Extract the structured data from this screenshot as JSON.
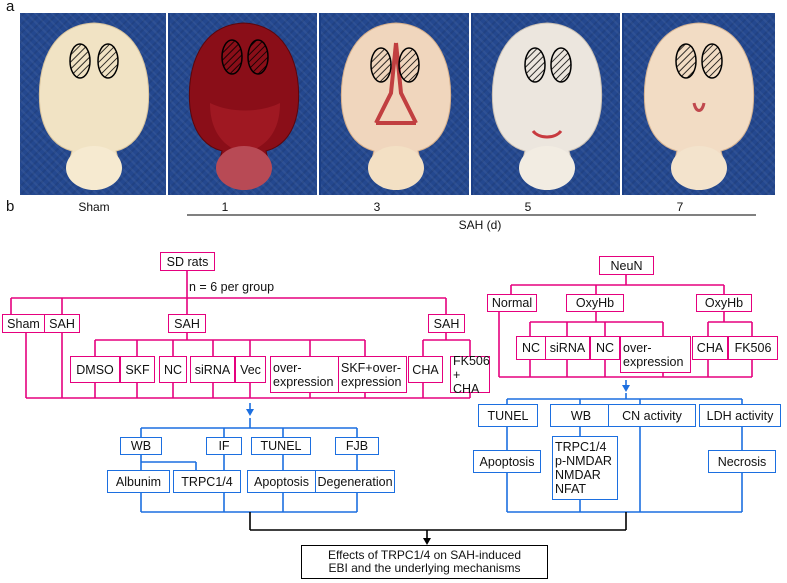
{
  "panel_a": {
    "letter": "a",
    "photos": [
      {
        "label": "Sham",
        "bleed": "none"
      },
      {
        "label": "1",
        "bleed": "heavy"
      },
      {
        "label": "3",
        "bleed": "moderate"
      },
      {
        "label": "5",
        "bleed": "light"
      },
      {
        "label": "7",
        "bleed": "mild"
      }
    ],
    "axis_label": "SAH (d)"
  },
  "panel_b": {
    "letter": "b",
    "left": {
      "root": "SD rats",
      "note": "n = 6 per group",
      "groups": [
        "Sham",
        "SAH",
        "SAH",
        "SAH"
      ],
      "treatments": [
        "DMSO",
        "SKF",
        "NC",
        "siRNA",
        "Vec",
        "over-\nexpression",
        "SKF+over-\nexpression",
        "CHA",
        "FK506\n+ CHA"
      ],
      "assays": [
        "WB",
        "IF",
        "TUNEL",
        "FJB"
      ],
      "outcomes": [
        "Albunim",
        "TRPC1/4",
        "Apoptosis",
        "Degeneration"
      ]
    },
    "right": {
      "root": "NeuN",
      "groups": [
        "Normal",
        "OxyHb",
        "OxyHb"
      ],
      "treatments": [
        "NC",
        "siRNA",
        "NC",
        "over-\nexpression",
        "CHA",
        "FK506"
      ],
      "assays": [
        "TUNEL",
        "WB",
        "CN activity",
        "LDH activity"
      ],
      "outcomes": [
        "Apoptosis",
        "TRPC1/4\np-NMDAR\nNMDAR\nNFAT",
        "Necrosis"
      ]
    },
    "conclusion": "Effects of TRPC1/4 on SAH-induced\nEBI and the underlying mechanisms"
  },
  "colors": {
    "pink": "#e5007e",
    "blue": "#1c6fe0",
    "background_cloth": "#24488f"
  }
}
